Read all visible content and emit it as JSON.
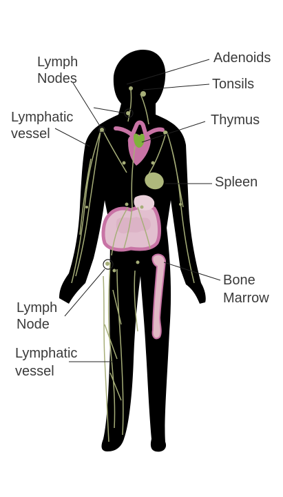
{
  "labels": {
    "lymph_nodes_1": "Lymph",
    "lymph_nodes_2": "Nodes",
    "adenoids": "Adenoids",
    "tonsils": "Tonsils",
    "lymphatic_vessel_upper_1": "Lymphatic",
    "lymphatic_vessel_upper_2": "vessel",
    "thymus": "Thymus",
    "spleen": "Spleen",
    "bone_marrow_1": "Bone",
    "bone_marrow_2": "Marrow",
    "lymph_node_1": "Lymph",
    "lymph_node_2": "Node",
    "lymphatic_vessel_lower_1": "Lymphatic",
    "lymphatic_vessel_lower_2": "vessel"
  },
  "colors": {
    "body": "#f6edc2",
    "lymph": "#a6ae78",
    "organ_pink": "#c873a5",
    "organ_light": "#e2bfcf",
    "thymus": "#7fb23c",
    "spleen": "#aeb87c",
    "bone": "#e0b8c4",
    "label_text": "#3a3a3a",
    "leader": "#222222"
  },
  "icons": [
    "lymph-node-circle-icon"
  ]
}
